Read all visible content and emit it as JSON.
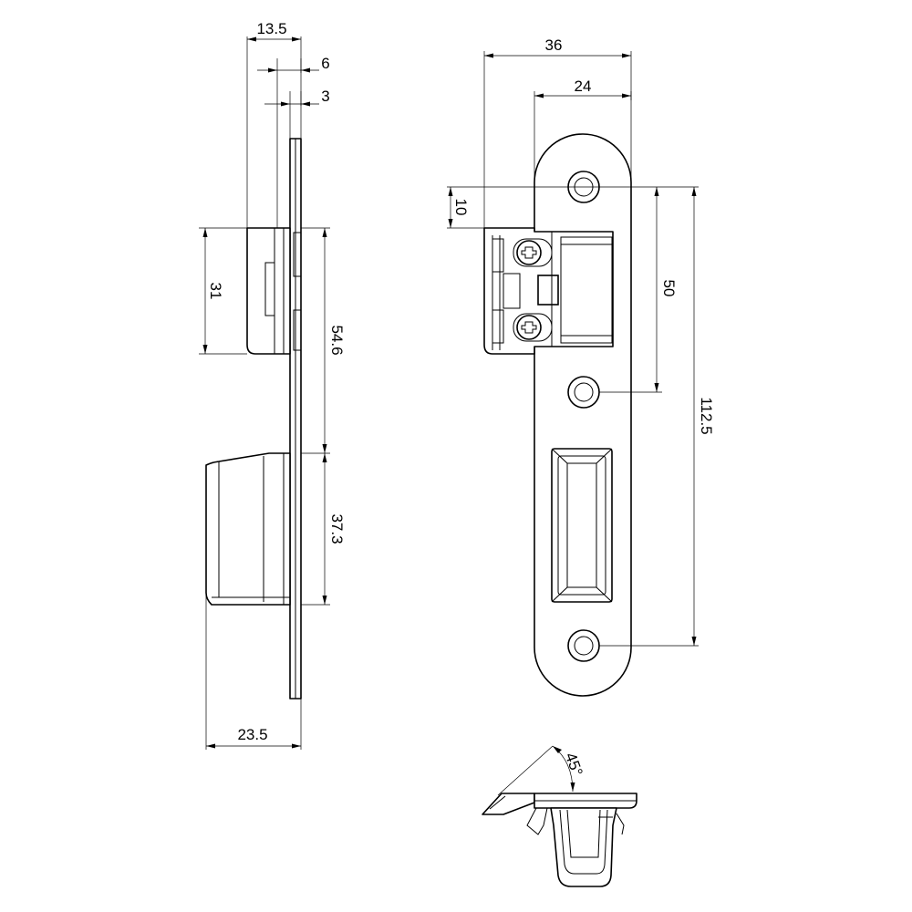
{
  "dimensions": {
    "width_13_5": "13.5",
    "width_6": "6",
    "width_3": "3",
    "height_31": "31",
    "height_54_6": "54.6",
    "height_37_3": "37.3",
    "depth_23_5": "23.5",
    "width_36": "36",
    "width_24": "24",
    "offset_10": "10",
    "spacing_50": "50",
    "length_112_5": "112.5",
    "angle_45": "45°"
  }
}
